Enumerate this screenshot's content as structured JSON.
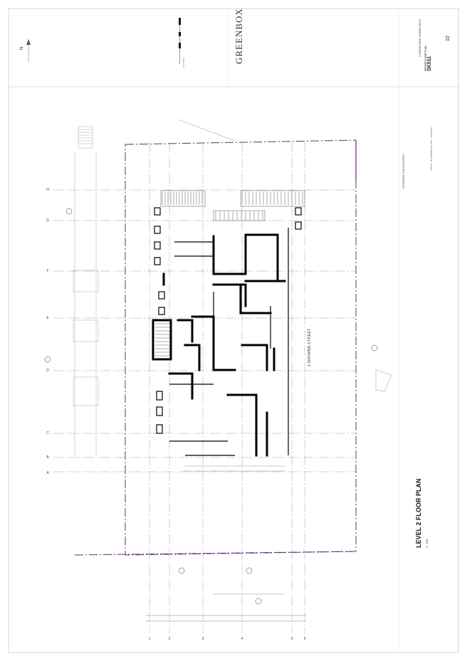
{
  "title_block": {
    "north": "N",
    "brand": "GREENBOX",
    "project_address": "2 NIRIMBA DRIVE, NIRIMBA FIELDS",
    "sheet_name": "SECOND FLOOR PLAN",
    "sheet_number": "SK011",
    "revision": "10",
    "scale_bar_label": "0  2  5  10m"
  },
  "plan": {
    "title": "LEVEL 2 FLOOR PLAN",
    "scale": "1 : 100",
    "street": "2 NIRIMBA STREET",
    "storage_heading": "STORAGE CALCULATION",
    "storage_note": "APPLIC. TO NIRIMBA DCP 2017 - CONTROL"
  },
  "grid_letters": [
    "H",
    "G",
    "F",
    "E",
    "D",
    "C",
    "B",
    "A"
  ],
  "grid_numbers": [
    "1",
    "2",
    "3",
    "4",
    "5",
    "6"
  ]
}
